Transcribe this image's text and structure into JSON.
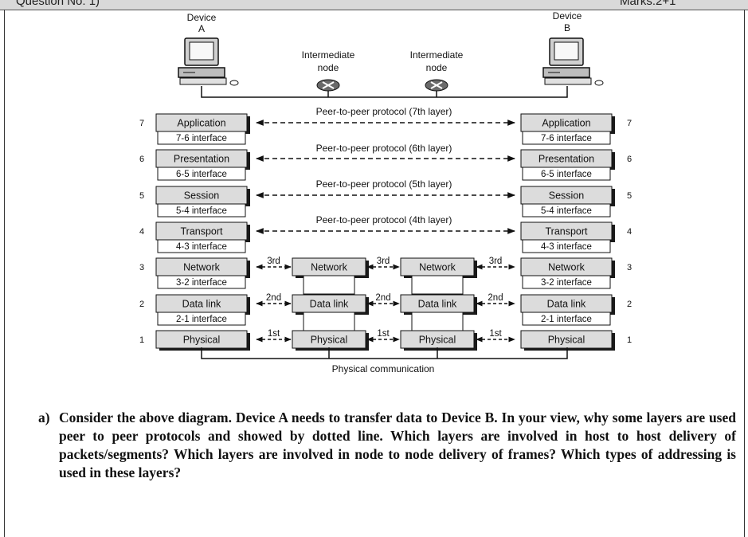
{
  "header": {
    "question_no": "Question No: 1)",
    "marks": "Marks:2+1"
  },
  "diagram": {
    "device_a": [
      "Device",
      "A"
    ],
    "device_b": [
      "Device",
      "B"
    ],
    "intermediate_node": [
      "Intermediate",
      "node"
    ],
    "layer_numbers": [
      "7",
      "6",
      "5",
      "4",
      "3",
      "2",
      "1"
    ],
    "layers": [
      "Application",
      "Presentation",
      "Session",
      "Transport",
      "Network",
      "Data link",
      "Physical"
    ],
    "interfaces": [
      "7-6 interface",
      "6-5 interface",
      "5-4 interface",
      "4-3 interface",
      "3-2 interface",
      "2-1 interface"
    ],
    "node_layers": [
      "Network",
      "Data link",
      "Physical"
    ],
    "peer_protocols": [
      "Peer-to-peer protocol (7th layer)",
      "Peer-to-peer protocol (6th layer)",
      "Peer-to-peer protocol (5th layer)",
      "Peer-to-peer protocol (4th layer)"
    ],
    "hop_labels": [
      "3rd",
      "2nd",
      "1st"
    ],
    "physical_communication": "Physical communication"
  },
  "question": {
    "label": "a)",
    "text": "Consider the above diagram. Device A needs to transfer data to Device B. In your view, why some layers are used peer to peer protocols and showed by dotted line. Which layers are involved in host to host delivery of packets/segments? Which layers are involved in node to node delivery of frames? Which types of addressing is used in these layers?"
  }
}
